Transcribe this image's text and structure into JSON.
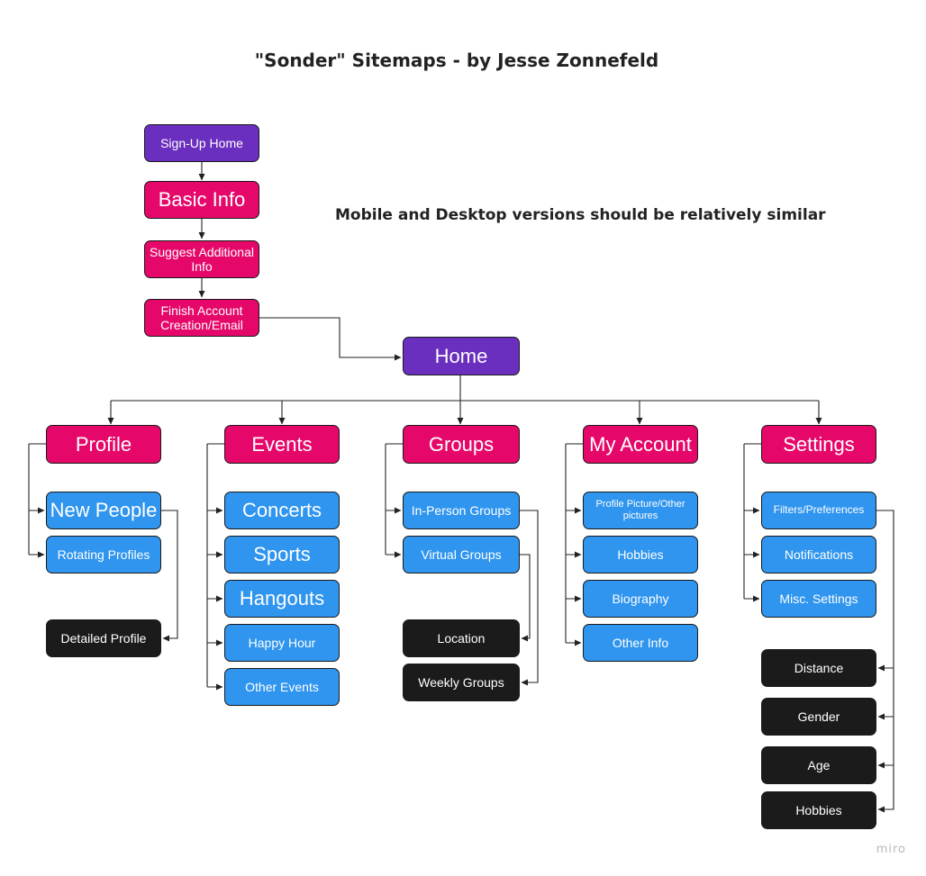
{
  "title": "\"Sonder\" Sitemaps - by Jesse Zonnefeld",
  "subtitle": "Mobile and Desktop versions should be relatively similar",
  "watermark": "miro",
  "colors": {
    "purple": "#6a2fbe",
    "pink": "#e5086a",
    "blue": "#2f95ee",
    "black": "#1b1b1b"
  },
  "signup": {
    "home": "Sign-Up Home",
    "basic": "Basic Info",
    "suggest": "Suggest Additional Info",
    "finish": "Finish Account Creation/Email"
  },
  "home": "Home",
  "profile": {
    "label": "Profile",
    "children": [
      "New People",
      "Rotating Profiles"
    ],
    "detail": "Detailed Profile"
  },
  "events": {
    "label": "Events",
    "children": [
      "Concerts",
      "Sports",
      "Hangouts",
      "Happy Hour",
      "Other Events"
    ]
  },
  "groups": {
    "label": "Groups",
    "children": [
      "In-Person Groups",
      "Virtual Groups"
    ],
    "details": [
      "Location",
      "Weekly Groups"
    ]
  },
  "account": {
    "label": "My Account",
    "children": [
      "Profile Picture/Other pictures",
      "Hobbies",
      "Biography",
      "Other Info"
    ]
  },
  "settings": {
    "label": "Settings",
    "children": [
      "Filters/Preferences",
      "Notifications",
      "Misc. Settings"
    ],
    "details": [
      "Distance",
      "Gender",
      "Age",
      "Hobbies"
    ]
  }
}
